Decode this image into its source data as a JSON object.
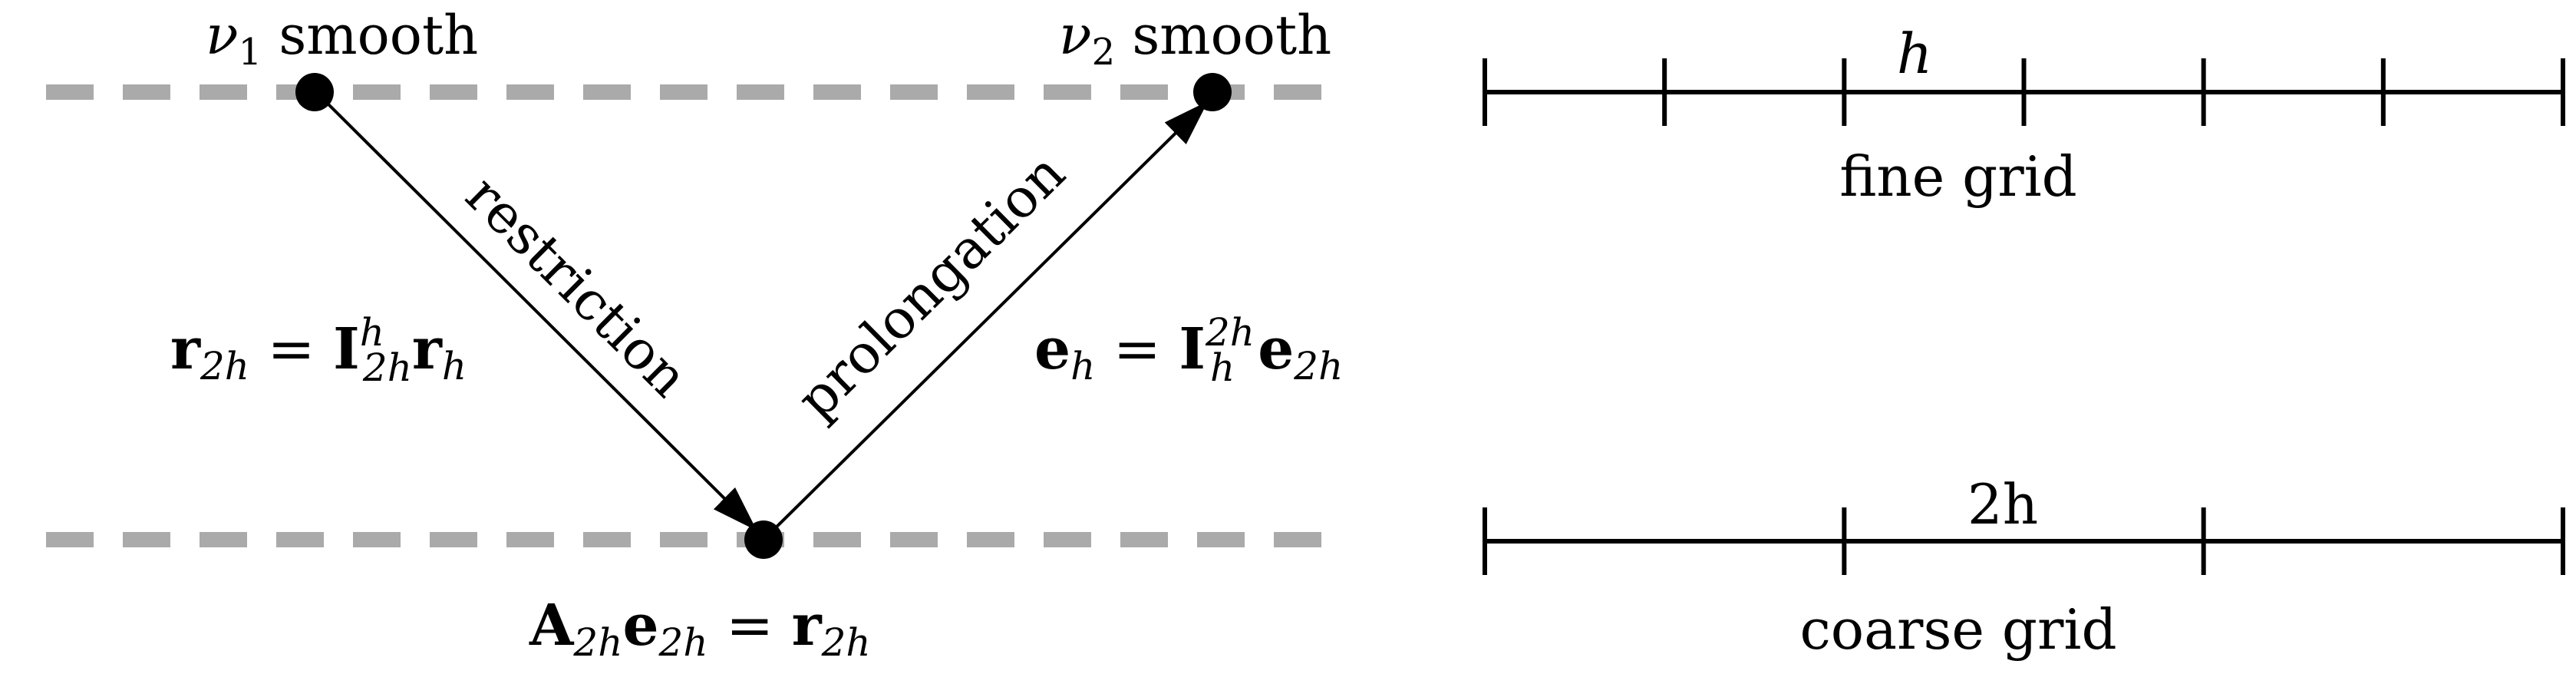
{
  "vcycle": {
    "top_left_label": {
      "nu": "ν",
      "sub": "1",
      "text": " smooth"
    },
    "top_right_label": {
      "nu": "ν",
      "sub": "2",
      "text": " smooth"
    },
    "restriction_label": "restriction",
    "prolongation_label": "prolongation",
    "restriction_eq": {
      "r": "r",
      "r_sub": "2h",
      "eq": " = ",
      "I": "I",
      "I_sup": "h",
      "I_sub": "2h",
      "r2": "r",
      "r2_sub": "h"
    },
    "prolongation_eq": {
      "e": "e",
      "e_sub": "h",
      "eq": " = ",
      "I": "I",
      "I_sup": "2h",
      "I_sub": "h",
      "e2": "e",
      "e2_sub": "2h"
    },
    "coarse_eq": {
      "A": "A",
      "A_sub": "2h",
      "e": "e",
      "e_sub": "2h",
      "eq": " = ",
      "r": "r",
      "r_sub": "2h"
    }
  },
  "grids": {
    "fine": {
      "spacing_label": "h",
      "caption": "fine grid",
      "intervals": 6
    },
    "coarse": {
      "spacing_label": "2h",
      "caption": "coarse grid",
      "intervals": 3
    }
  },
  "colors": {
    "dashed_level": "#aaaaaa",
    "ink": "#000000"
  }
}
